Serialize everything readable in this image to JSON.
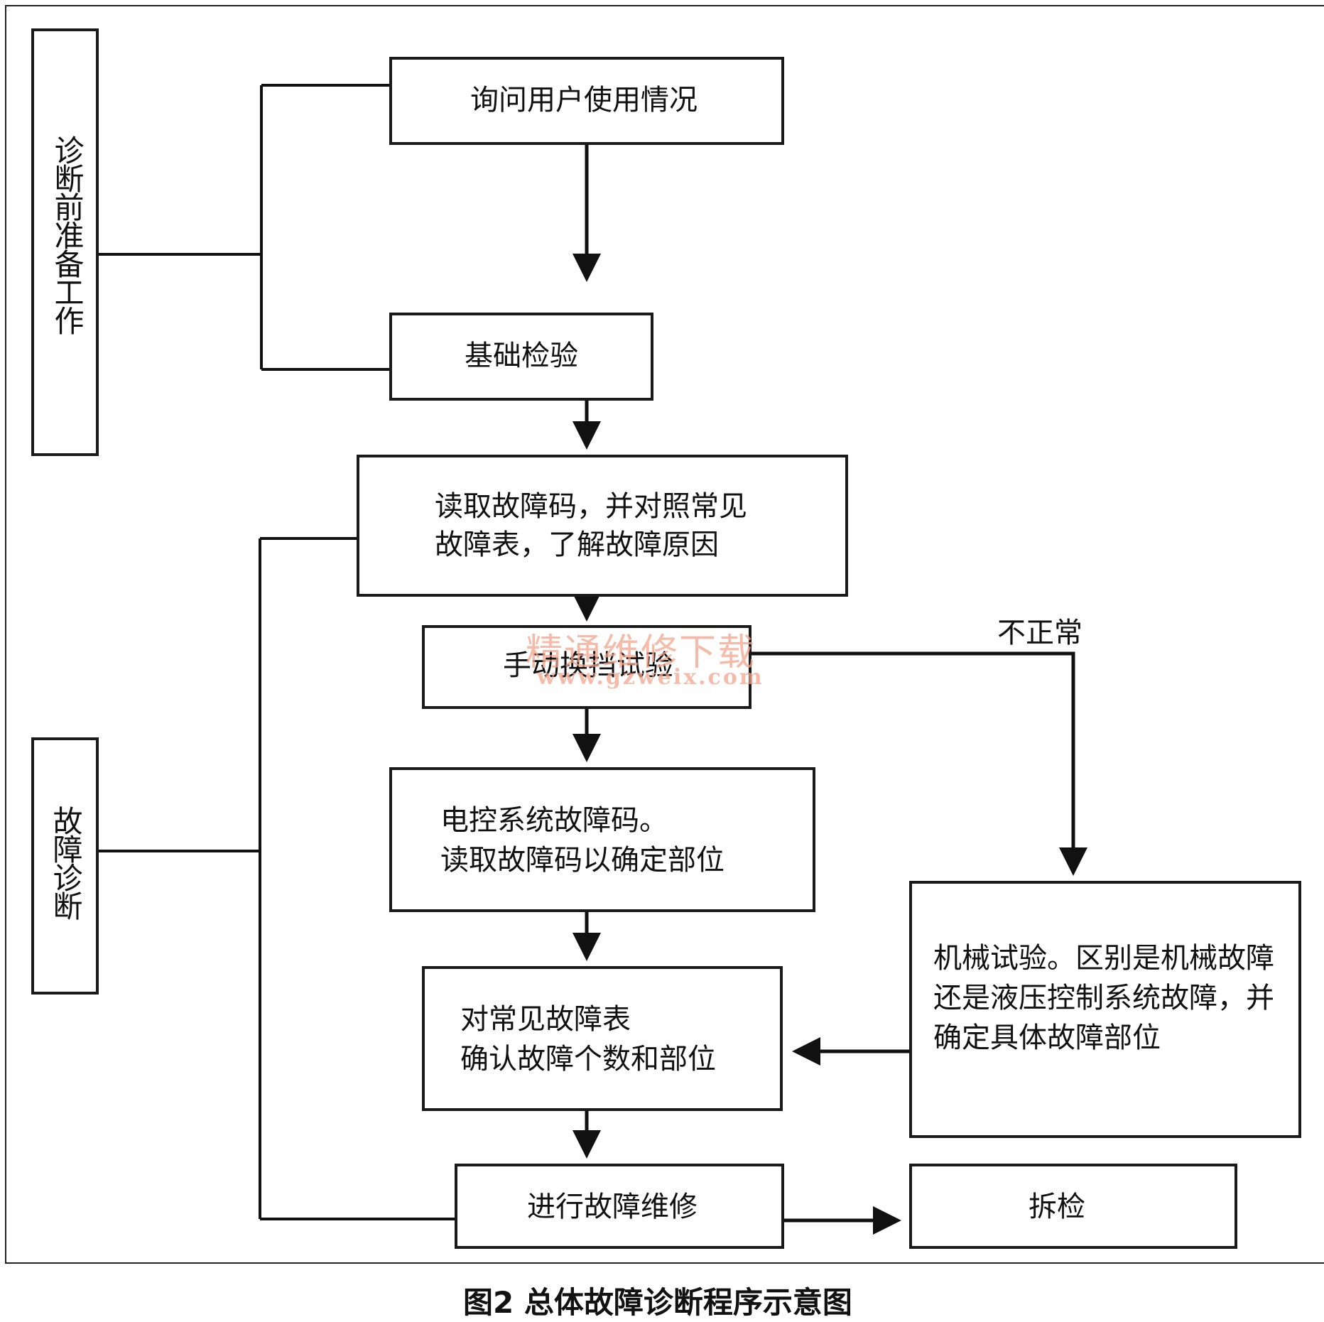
{
  "stages": {
    "prep": "诊断前准备工作",
    "diagnosis": "故障诊断"
  },
  "steps": {
    "ask_user": "询问用户使用情况",
    "basic_check": "基础检验",
    "read_codes_line1": "读取故障码，并对照常见",
    "read_codes_line2": "故障表，了解故障原因",
    "manual_shift": "手动换挡试验",
    "ecu_line1": "电控系统故障码。",
    "ecu_line2": "读取故障码以确定部位",
    "confirm_line1": "对常见故障表",
    "confirm_line2": "确认故障个数和部位",
    "repair": "进行故障维修",
    "disassemble": "拆检",
    "mech_line1": "机械试验。区别是机械故障",
    "mech_line2": "还是液压控制系统故障，并",
    "mech_line3": "确定具体故障部位"
  },
  "branch_label": "不正常",
  "watermark": {
    "line1": "精通维修下载",
    "line2": "www.gzweix.com"
  },
  "caption": "图2 总体故障诊断程序示意图"
}
